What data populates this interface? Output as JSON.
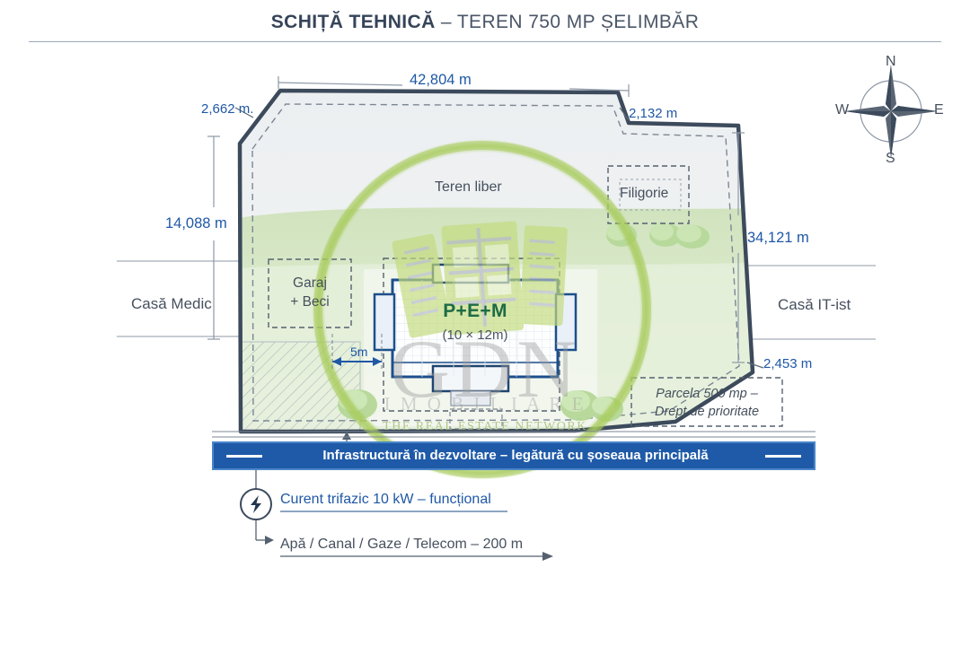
{
  "header": {
    "title_strong": "SCHIȚĂ TEHNICĂ",
    "title_rest": " – TEREN 750 MP ȘELIMBĂR",
    "title_full": "SCHIȚĂ TEHNICĂ – TEREN 750 MP ȘELIMBĂR"
  },
  "compass": {
    "north": "N",
    "east": "E",
    "south": "S",
    "west": "W"
  },
  "dimensions": {
    "top": "42,804 m",
    "top_left": "2,662 m.",
    "top_right": "2,132 m",
    "left": "14,088 m",
    "right": "34,121 m",
    "bottom_right": "2,453 m",
    "setback": "5m"
  },
  "neighbours": {
    "left": "Casă Medic",
    "right": "Casă IT-ist"
  },
  "plot_labels": {
    "free_land": "Teren liber",
    "gazebo": "Filigorie",
    "garage": "Garaj\n+ Beci",
    "garage_line1": "Garaj",
    "garage_line2": "+ Beci",
    "house_type": "P+E+M",
    "house_size": "(10 × 12m)",
    "parcel_line1": "Parcela 500 mp –",
    "parcel_line2": "Drept de prioritate"
  },
  "infrastructure": {
    "road_label": "Infrastructură în dezvoltare – legătură cu șoseaua principală",
    "power_label": "Curent trifazic 10 kW – funcțional",
    "power_icon": "lightning-bolt-icon",
    "utilities_label": "Apă / Canal / Gaze / Telecom – 200 m"
  },
  "watermark": {
    "brand": "GDN",
    "subtitle": "I M O B I L I A R E",
    "tagline": "THE REAL ESTATE NETWORK"
  },
  "colors": {
    "dimension_blue": "#1f58a6",
    "infra_blue": "#1f5aa8",
    "plot_outline": "#3c4a5c",
    "grass_green": "#cfe3bd",
    "watermark_green": "#a9cc5f",
    "text_gray": "#46505e",
    "pem_green": "#1d6b45"
  }
}
